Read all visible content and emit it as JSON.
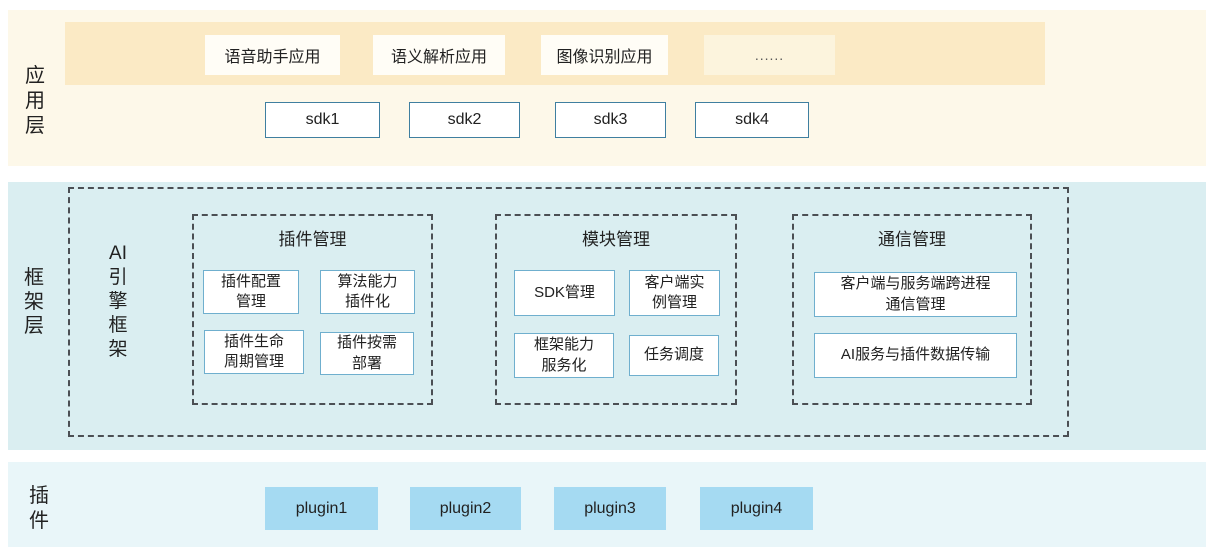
{
  "app_layer": {
    "label": "应用层",
    "label_chars": [
      "应",
      "用",
      "层"
    ],
    "apps": [
      {
        "label": "语音助手应用"
      },
      {
        "label": "语义解析应用"
      },
      {
        "label": "图像识别应用"
      },
      {
        "label": "......"
      }
    ],
    "sdks": [
      {
        "label": "sdk1"
      },
      {
        "label": "sdk2"
      },
      {
        "label": "sdk3"
      },
      {
        "label": "sdk4"
      }
    ]
  },
  "framework_layer": {
    "label": "框架层",
    "label_chars": [
      "框",
      "架",
      "层"
    ],
    "engine": {
      "label": "AI引擎框架",
      "chars": [
        "AI",
        "引",
        "擎",
        "框",
        "架"
      ]
    },
    "groups": [
      {
        "title": "插件管理",
        "items": [
          {
            "label": "插件配置\n管理"
          },
          {
            "label": "算法能力\n插件化"
          },
          {
            "label": "插件生命\n周期管理"
          },
          {
            "label": "插件按需\n部署"
          }
        ]
      },
      {
        "title": "模块管理",
        "items": [
          {
            "label": "SDK管理"
          },
          {
            "label": "客户端实\n例管理"
          },
          {
            "label": "框架能力\n服务化"
          },
          {
            "label": "任务调度"
          }
        ]
      },
      {
        "title": "通信管理",
        "items": [
          {
            "label": "客户端与服务端跨进程\n通信管理"
          },
          {
            "label": "AI服务与插件数据传输"
          }
        ]
      }
    ]
  },
  "plugin_layer": {
    "label": "插件",
    "label_chars": [
      "插",
      "件"
    ],
    "plugins": [
      {
        "label": "plugin1"
      },
      {
        "label": "plugin2"
      },
      {
        "label": "plugin3"
      },
      {
        "label": "plugin4"
      }
    ]
  },
  "colors": {
    "app_band_bg": "#fdf8e9",
    "app_strip_bg": "#fbeac5",
    "app_box_bg": "#fffdf6",
    "ellipsis_box_bg": "#fcf4dd",
    "sdk_border": "#3f7fa0",
    "framework_band_bg": "#daeef1",
    "dashed_border": "#4b4f54",
    "item_border": "#6fafce",
    "plugin_band_bg": "#e9f6f9",
    "plugin_box_bg": "#a5daf2",
    "text": "#212121",
    "muted_text": "#555555"
  }
}
